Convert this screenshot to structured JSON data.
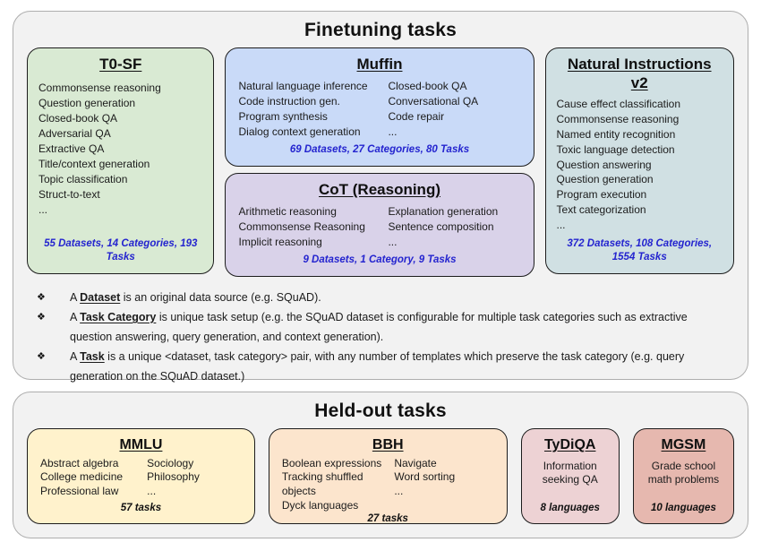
{
  "palette": {
    "panel_background": "#f2f2f2",
    "stats_text_blue": "#2424cf",
    "t0sf_green": "#d9ead3",
    "muffin_blue": "#c9daf8",
    "cot_purple": "#d9d2e9",
    "niv2_teal": "#d0e0e3",
    "mmlu_yellow": "#fff2cc",
    "bbh_orange": "#fce5cd",
    "tydiqa_pink": "#edd2d4",
    "mgsm_salmon": "#e6b8af"
  },
  "finetuning": {
    "title": "Finetuning tasks",
    "note_bullet": "❖",
    "t0sf": {
      "title": "T0-SF",
      "items": [
        "Commonsense reasoning",
        "Question generation",
        "Closed-book QA",
        "Adversarial QA",
        "Extractive QA",
        "Title/context generation",
        "Topic classification",
        "Struct-to-text",
        "..."
      ],
      "stats": "55 Datasets, 14 Categories, 193 Tasks"
    },
    "muffin": {
      "title": "Muffin",
      "items_left": [
        "Natural language inference",
        "Code instruction gen.",
        "Program synthesis",
        "Dialog context generation"
      ],
      "items_right": [
        "Closed-book QA",
        "Conversational QA",
        "Code repair",
        "..."
      ],
      "stats": "69 Datasets, 27 Categories, 80 Tasks"
    },
    "cot": {
      "title": "CoT (Reasoning)",
      "items_left": [
        "Arithmetic reasoning",
        "Commonsense Reasoning",
        "Implicit reasoning"
      ],
      "items_right": [
        "Explanation generation",
        "Sentence composition",
        "..."
      ],
      "stats": "9 Datasets, 1 Category, 9 Tasks"
    },
    "niv2": {
      "title": "Natural Instructions v2",
      "items": [
        "Cause effect classification",
        "Commonsense reasoning",
        "Named entity recognition",
        "Toxic language detection",
        "Question answering",
        "Question generation",
        "Program execution",
        "Text categorization",
        "..."
      ],
      "stats": "372 Datasets, 108 Categories, 1554 Tasks"
    },
    "notes": [
      {
        "prefix": "A ",
        "term": "Dataset",
        "rest": " is an original data source (e.g. SQuAD)."
      },
      {
        "prefix": "A ",
        "term": "Task Category",
        "rest": " is unique task setup (e.g. the SQuAD dataset is configurable for multiple task categories such as extractive question answering, query generation, and context generation)."
      },
      {
        "prefix": "A ",
        "term": "Task",
        "rest": " is a unique <dataset, task category> pair, with any number of templates which preserve the task category (e.g. query generation on the SQuAD dataset.)"
      }
    ]
  },
  "held_out": {
    "title": "Held-out tasks",
    "mmlu": {
      "title": "MMLU",
      "items_left": [
        "Abstract algebra",
        "College medicine",
        "Professional law"
      ],
      "items_right": [
        "Sociology",
        "Philosophy",
        "..."
      ],
      "stats": "57 tasks"
    },
    "bbh": {
      "title": "BBH",
      "items_left": [
        "Boolean expressions",
        "Tracking shuffled objects",
        "Dyck languages"
      ],
      "items_right": [
        "Navigate",
        "Word sorting",
        "..."
      ],
      "stats": "27 tasks"
    },
    "tydiqa": {
      "title": "TyDiQA",
      "desc": "Information seeking QA",
      "stats": "8 languages"
    },
    "mgsm": {
      "title": "MGSM",
      "desc": "Grade school math problems",
      "stats": "10 languages"
    }
  }
}
